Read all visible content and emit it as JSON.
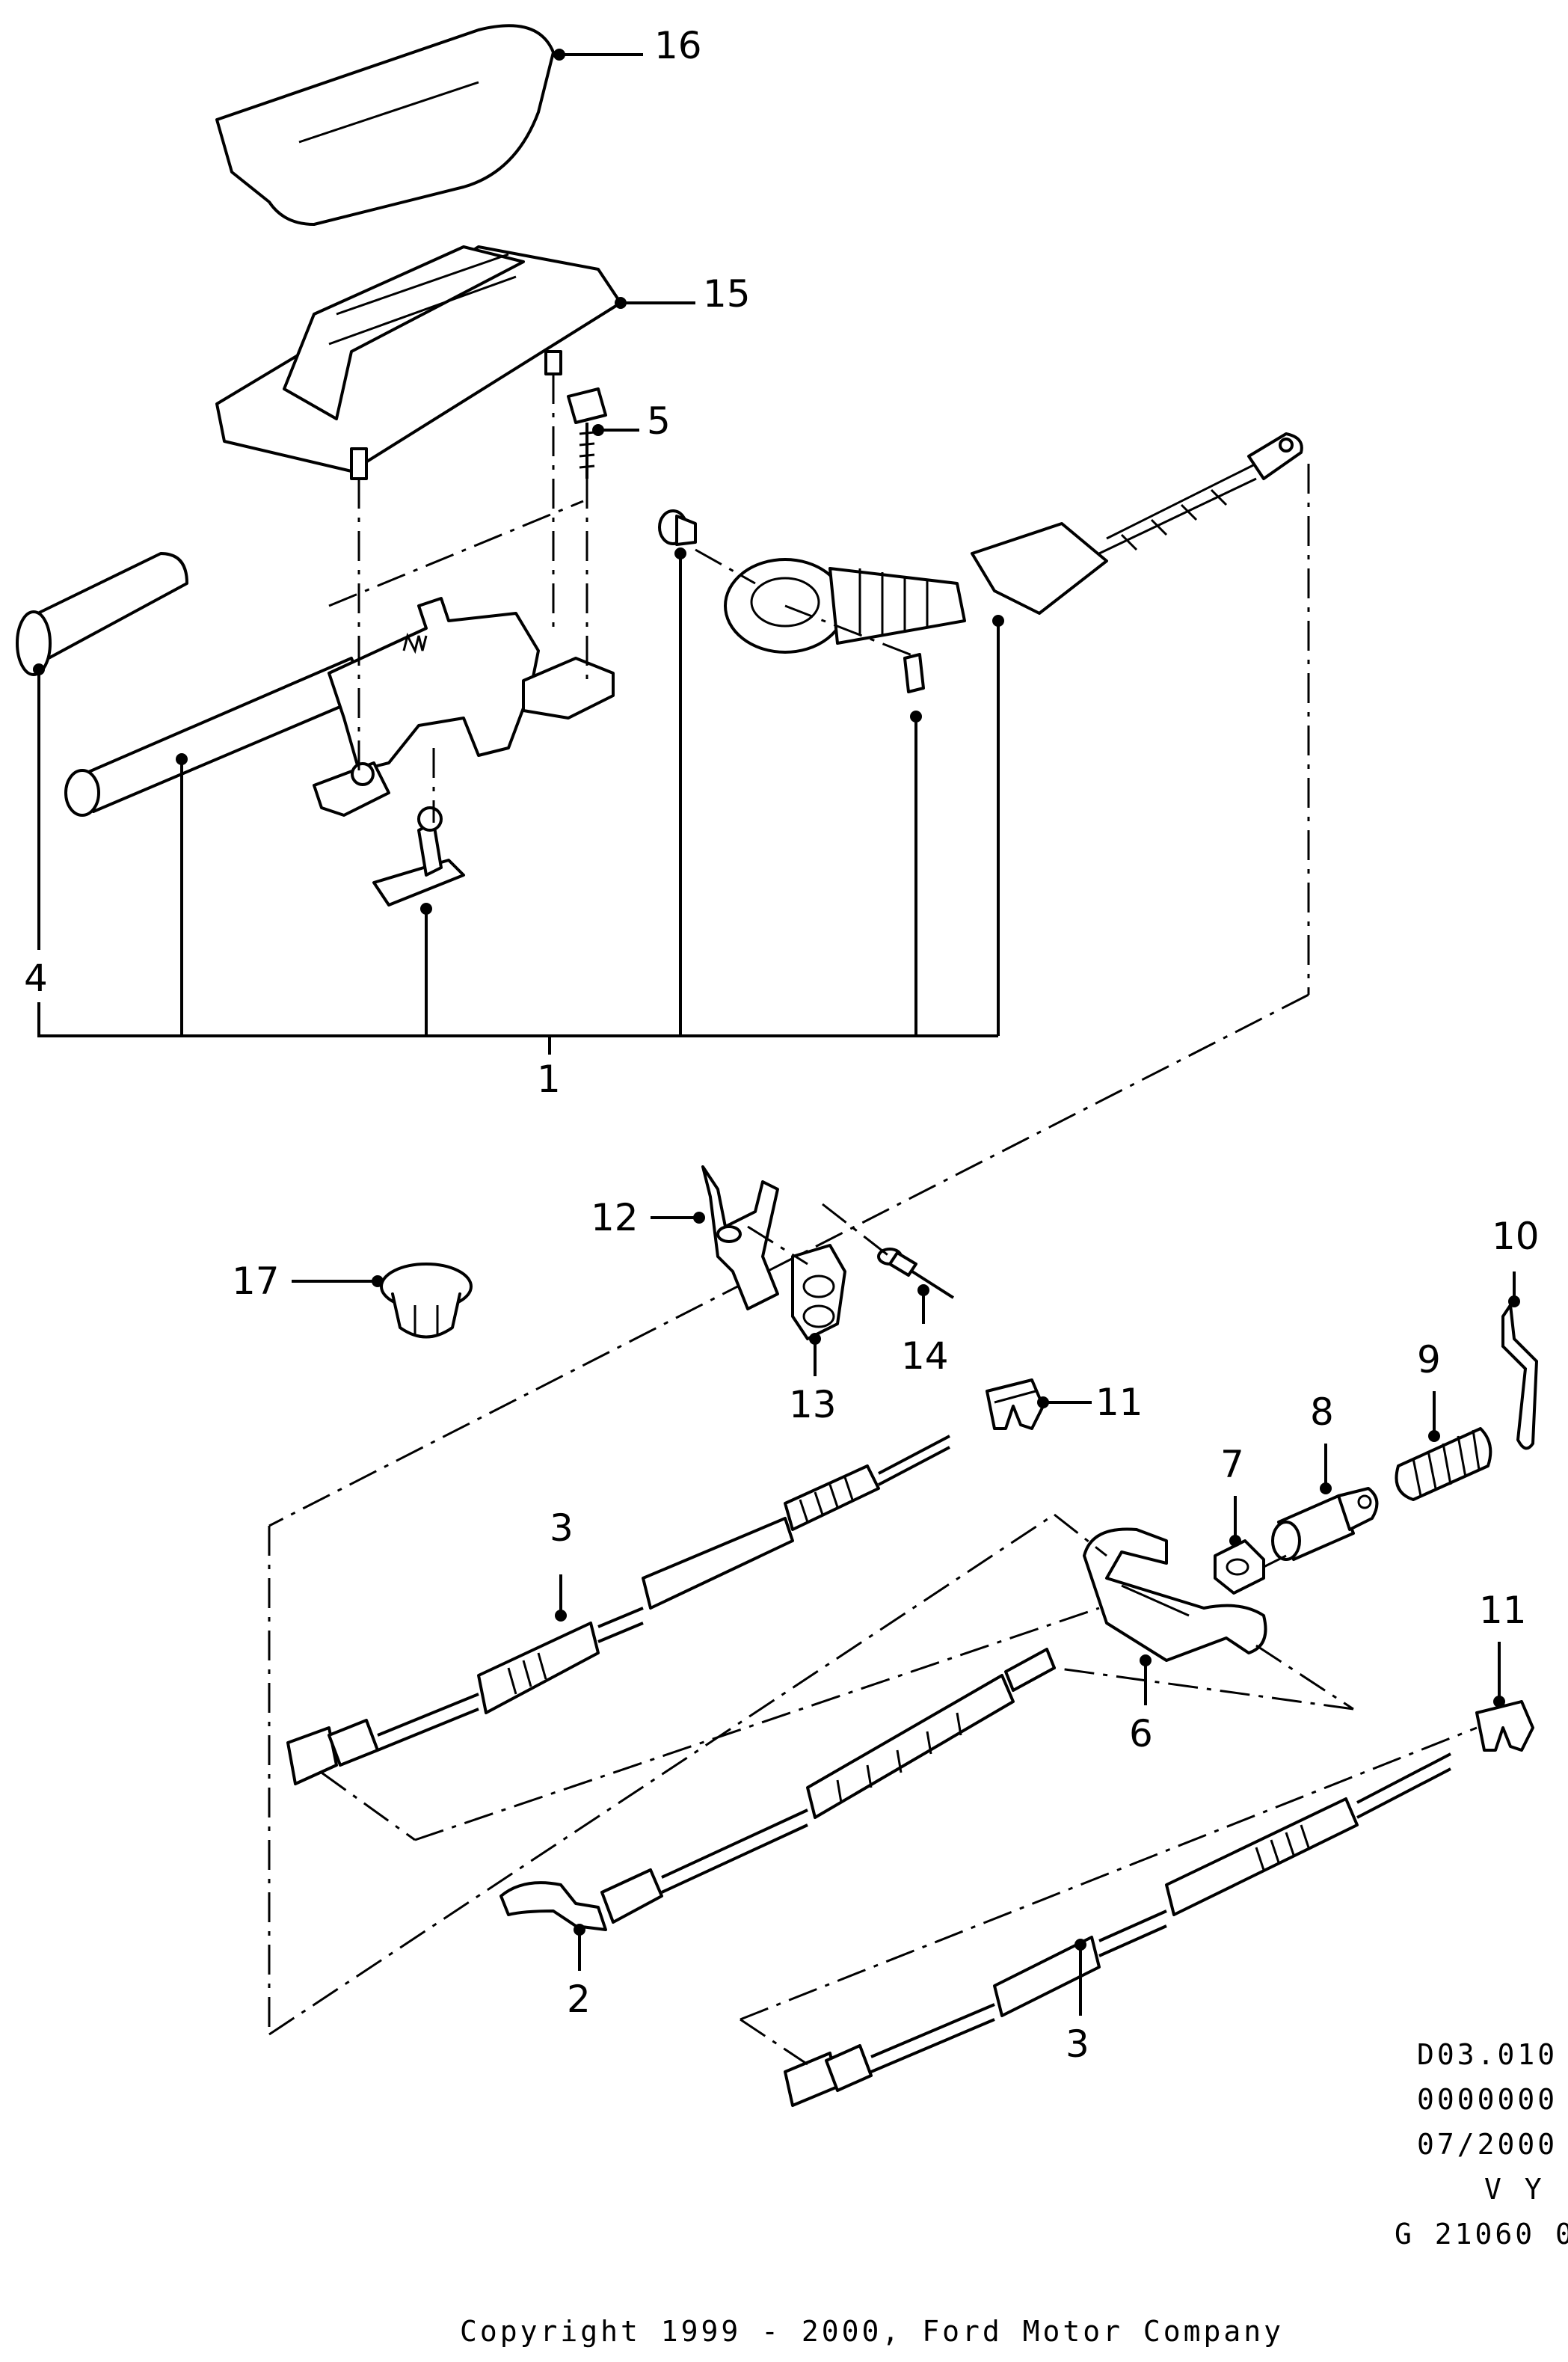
{
  "callouts": {
    "c16": "16",
    "c15": "15",
    "c5": "5",
    "c4": "4",
    "c1": "1",
    "c12": "12",
    "c17": "17",
    "c13": "13",
    "c14": "14",
    "c10": "10",
    "c11a": "11",
    "c9": "9",
    "c8": "8",
    "c7": "7",
    "c3a": "3",
    "c6": "6",
    "c11b": "11",
    "c2": "2",
    "c3b": "3"
  },
  "reference": {
    "line1": "D03.010",
    "line2": "0000000",
    "line3": "07/2000",
    "line4": "V Y",
    "line5": "G 21060 0"
  },
  "copyright": "Copyright 1999 - 2000, Ford Motor Company"
}
